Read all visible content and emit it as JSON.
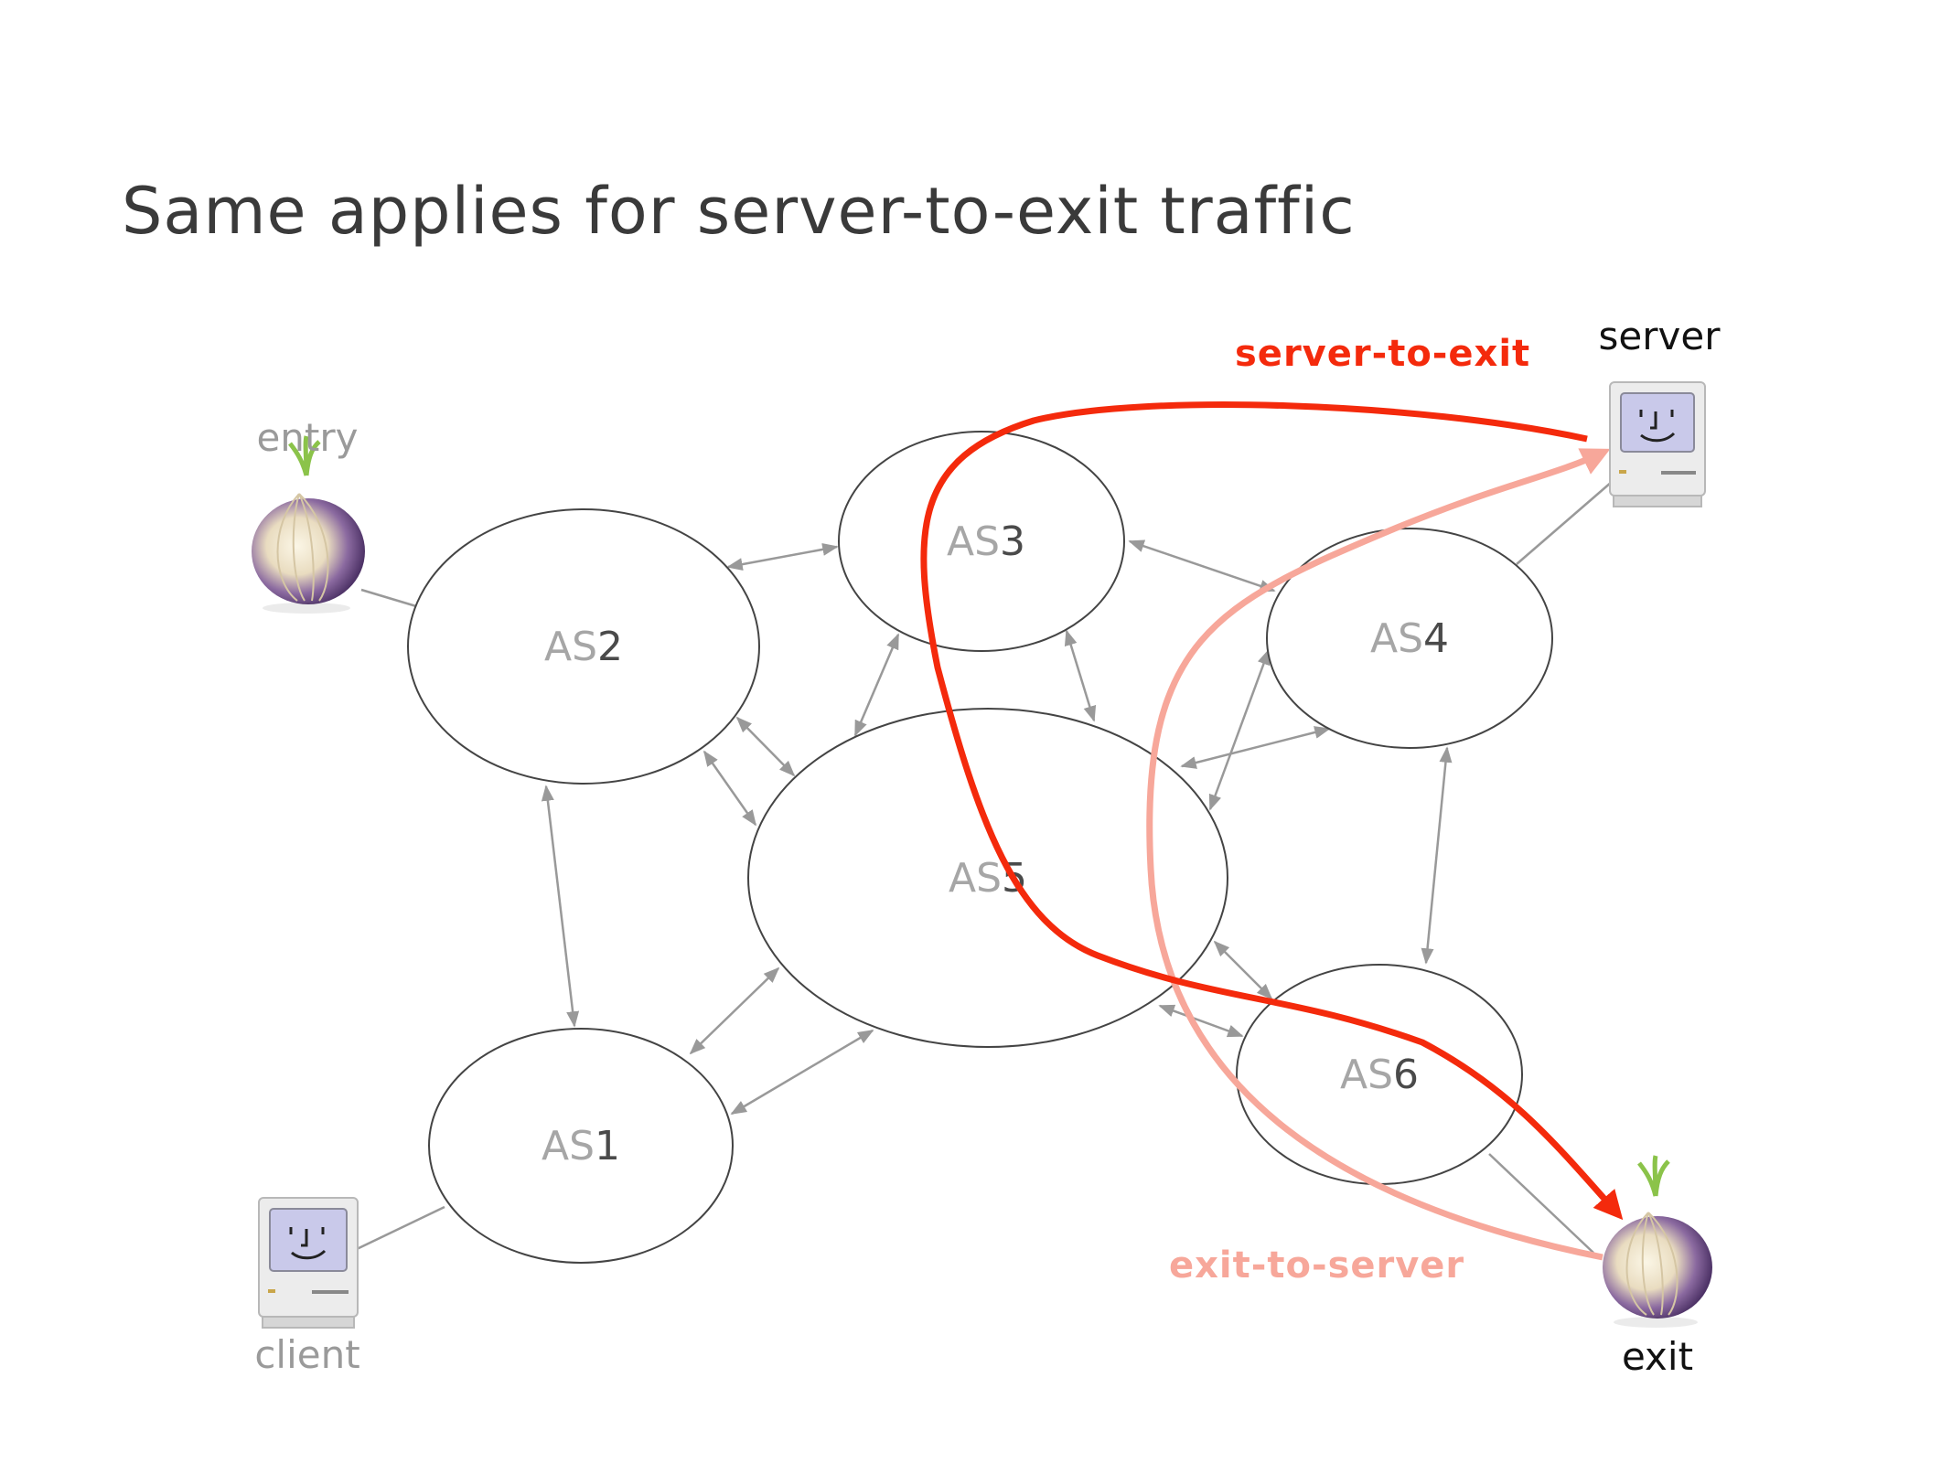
{
  "slide": {
    "title": "Same applies for server-to-exit traffic"
  },
  "as_nodes": [
    {
      "id": "as1",
      "prefix": "AS",
      "num": "1"
    },
    {
      "id": "as2",
      "prefix": "AS",
      "num": "2"
    },
    {
      "id": "as3",
      "prefix": "AS",
      "num": "3"
    },
    {
      "id": "as4",
      "prefix": "AS",
      "num": "4"
    },
    {
      "id": "as5",
      "prefix": "AS",
      "num": "5"
    },
    {
      "id": "as6",
      "prefix": "AS",
      "num": "6"
    }
  ],
  "endpoints": {
    "entry": {
      "label": "entry",
      "icon": "tor-onion-icon"
    },
    "client": {
      "label": "client",
      "icon": "mac-computer-icon"
    },
    "server": {
      "label": "server",
      "icon": "mac-computer-icon"
    },
    "exit": {
      "label": "exit",
      "icon": "tor-onion-icon"
    }
  },
  "flows": {
    "server_to_exit": {
      "label": "server-to-exit",
      "color": "#f42a0c"
    },
    "exit_to_server": {
      "label": "exit-to-server",
      "color": "#f7a79a"
    }
  },
  "colors": {
    "entry_label": "#9a9a9a",
    "client_label": "#9a9a9a",
    "server_label": "#111111",
    "exit_label": "#111111",
    "edges": "#999999",
    "ellipses": "#444444"
  }
}
